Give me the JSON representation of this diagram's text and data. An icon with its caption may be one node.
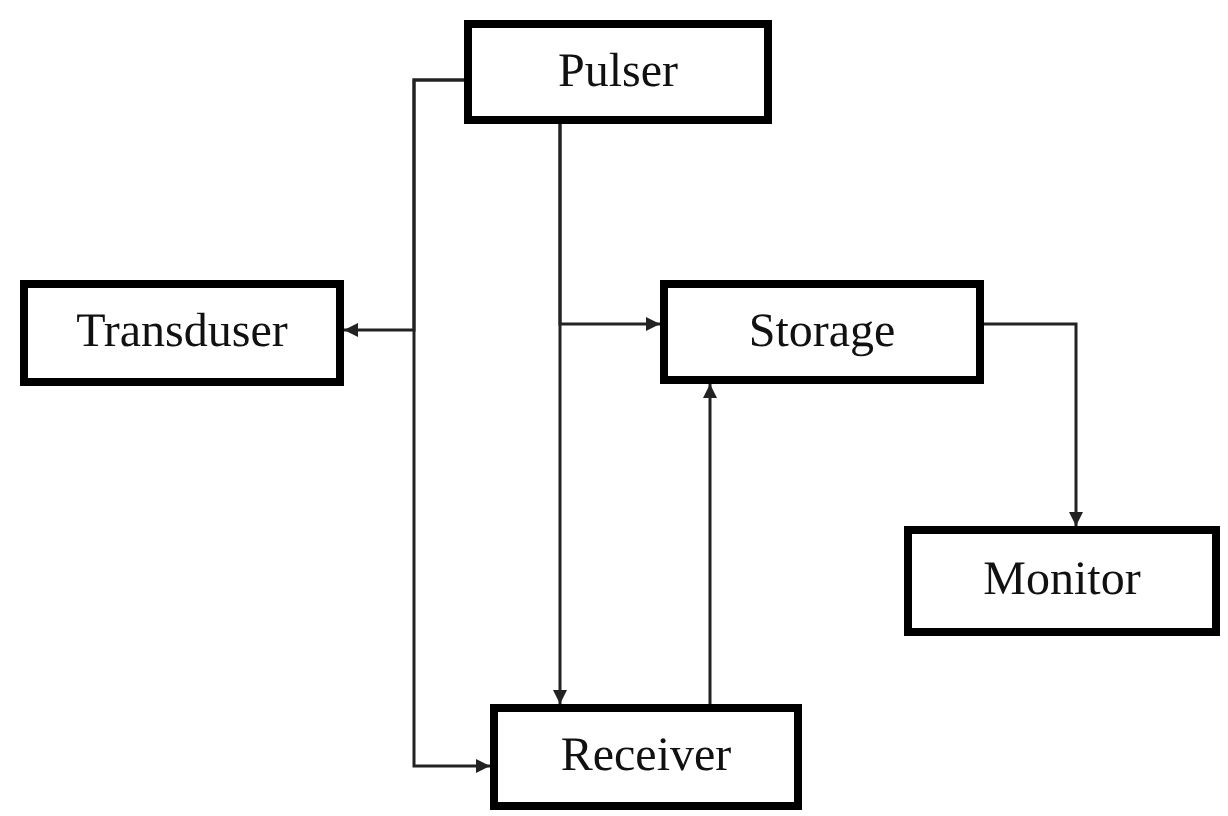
{
  "diagram": {
    "nodes": [
      {
        "text": [
          "Pulser"
        ]
      },
      {
        "text": [
          "Transduser"
        ]
      },
      {
        "text": [
          "Storage"
        ]
      },
      {
        "text": [
          "Monitor"
        ]
      },
      {
        "text": [
          "Receiver"
        ]
      }
    ],
    "edges": [
      {
        "from": 0,
        "to": 1,
        "arrow": "to"
      },
      {
        "from": 0,
        "to": 4,
        "arrow": "to"
      },
      {
        "from": 0,
        "to": 2,
        "arrow": "to"
      },
      {
        "from": 0,
        "to": 4,
        "arrow": "to"
      },
      {
        "from": 4,
        "to": 2,
        "arrow": "to"
      },
      {
        "from": 2,
        "to": 3,
        "arrow": "to"
      }
    ]
  }
}
